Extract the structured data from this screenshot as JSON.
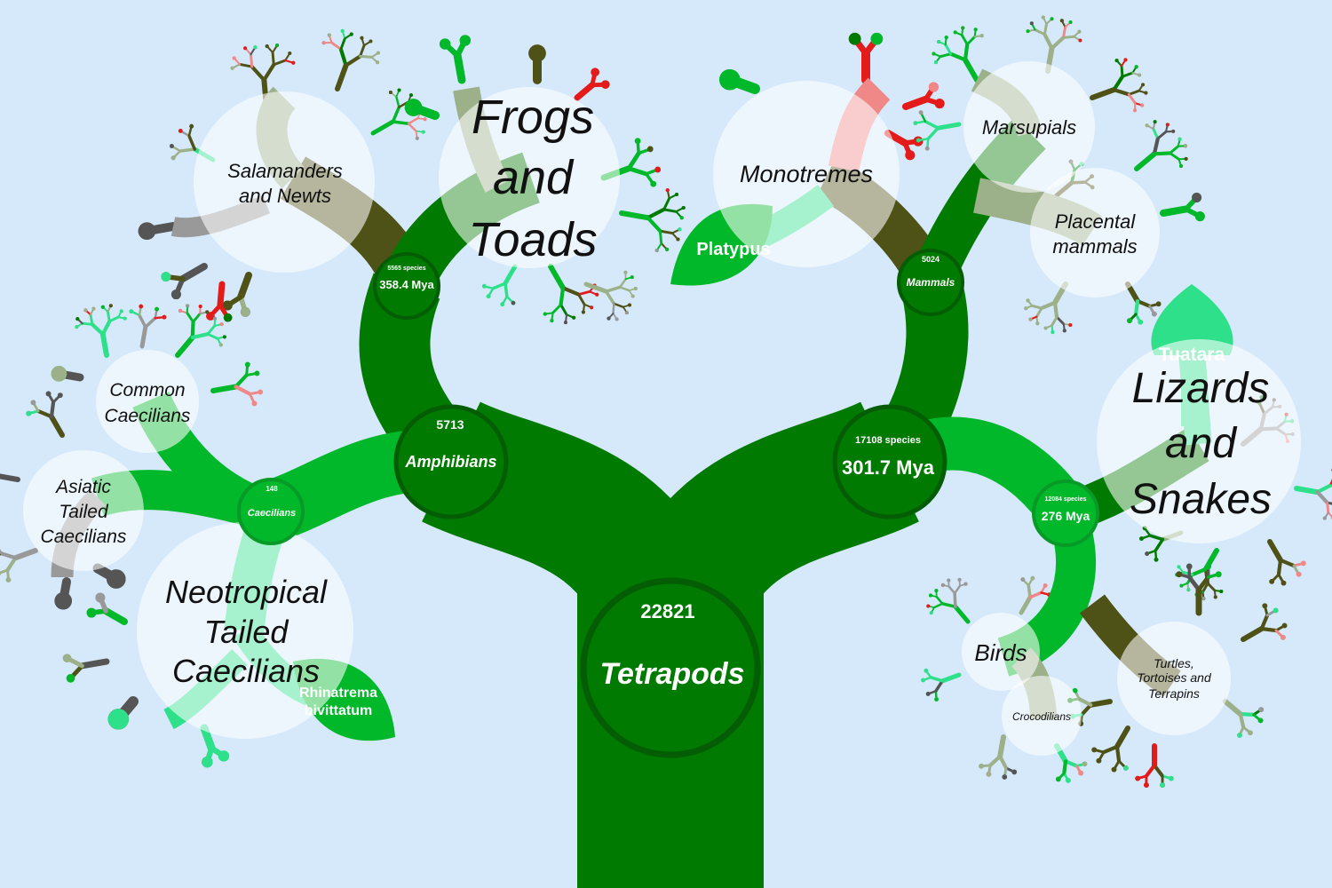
{
  "colors": {
    "background": "#d6e9fb",
    "trunk": "#007a00",
    "branch_green": "#00b82a",
    "mint": "#2ee08a",
    "olive": "#9cb08a",
    "dark_olive": "#4f5216",
    "grey": "#999999",
    "dark_grey": "#555555",
    "red": "#e31b1b",
    "pink": "#f08888",
    "node_ring": "#045c04"
  },
  "nodes": {
    "tetrapods": {
      "count": "22821",
      "name": "Tetrapods"
    },
    "amphibians": {
      "count": "5713",
      "name": "Amphibians"
    },
    "amniotes": {
      "count": "17108 species",
      "age": "301.7 Mya"
    },
    "batrachia": {
      "count": "5565 species",
      "age": "358.4 Mya"
    },
    "caecilians": {
      "count": "148",
      "name": "Caecilians"
    },
    "mammals": {
      "count": "5024",
      "name": "Mammals"
    },
    "sauropsids": {
      "count": "12084 species",
      "age": "276 Mya"
    }
  },
  "clades": {
    "salamanders": [
      "Salamanders",
      "and Newts"
    ],
    "frogs": [
      "Frogs",
      "and",
      "Toads"
    ],
    "common_caecilians": [
      "Common",
      "Caecilians"
    ],
    "asiatic": [
      "Asiatic",
      "Tailed",
      "Caecilians"
    ],
    "neotropical": [
      "Neotropical",
      "Tailed",
      "Caecilians"
    ],
    "monotremes": "Monotremes",
    "marsupials": "Marsupials",
    "placentals": [
      "Placental",
      "mammals"
    ],
    "lizards": [
      "Lizards",
      "and",
      "Snakes"
    ],
    "birds": "Birds",
    "crocodilians": "Crocodilians",
    "turtles": [
      "Turtles,",
      "Tortoises and",
      "Terrapins"
    ]
  },
  "leaves": {
    "rhinatrema": [
      "Rhinatrema",
      "bivittatum"
    ],
    "platypus": "Platypus",
    "tuatara": "Tuatara"
  }
}
